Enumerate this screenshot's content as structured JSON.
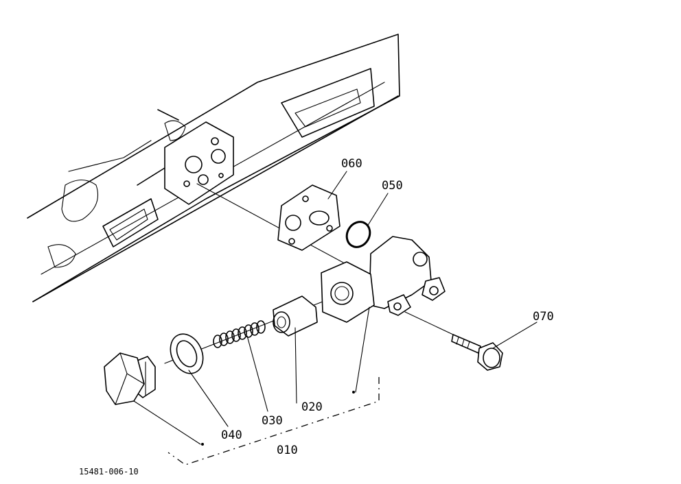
{
  "callouts": {
    "p010": "010",
    "p020": "020",
    "p030": "030",
    "p040": "040",
    "p050": "050",
    "p060": "060",
    "p070": "070"
  },
  "figure_code": "15481-006-10"
}
